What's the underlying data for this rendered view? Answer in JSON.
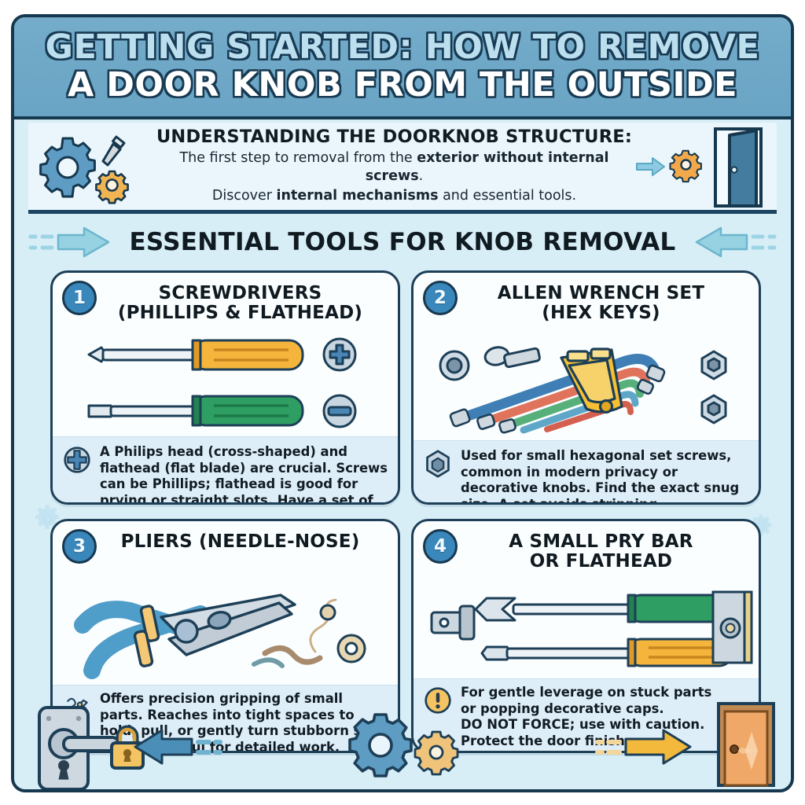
{
  "header": {
    "title_line1": "GETTING STARTED: HOW TO REMOVE",
    "title_line2": "A DOOR KNOB FROM THE OUTSIDE",
    "bg_color": "#6fa8c9",
    "line1_color": "#bcdff0",
    "line2_color": "#ffffff",
    "outline_color": "#183a52"
  },
  "intro": {
    "heading": "UNDERSTANDING THE DOORKNOB STRUCTURE:",
    "line1_prefix": "The first step to removal from the ",
    "line1_bold": "exterior without internal screws",
    "line1_suffix": ".",
    "line2_prefix": "Discover ",
    "line2_bold": "internal mechanisms",
    "line2_suffix": " and essential tools.",
    "icons": [
      "gear-icon",
      "screw-icon",
      "small-gear-icon",
      "arrow-right-icon",
      "open-door-icon"
    ],
    "bg_color": "#eaf6fb"
  },
  "section_banner": {
    "title": "ESSENTIAL TOOLS FOR KNOB REMOVAL",
    "left_icon": "arrow-right-icon",
    "right_icon": "arrow-left-icon",
    "arrow_color": "#8fcfe0"
  },
  "cards": [
    {
      "number": "1",
      "title_line1": "SCREWDRIVERS",
      "title_line2": "(PHILLIPS & FLATHEAD)",
      "art": "screwdrivers",
      "foot_icon": "phillips-screw-icon",
      "body": "A Philips head (cross-shaped) and flathead (flat blade) are crucial. Screws can be Phillips; flathead is good for prying or straight slots. Have a set of sizes.",
      "accent": "#f0a93a"
    },
    {
      "number": "2",
      "title_line1": "ALLEN WRENCH SET",
      "title_line2": "(HEX KEYS)",
      "art": "hex-keys",
      "foot_icon": "hex-nut-icon",
      "body": "Used for small hexagonal set screws, common in modern privacy or decorative knobs. Find the exact snug size. A set avoids stripping.",
      "accent": "#f5c033"
    },
    {
      "number": "3",
      "title_line1": "PLIERS (NEEDLE-NOSE)",
      "title_line2": "",
      "art": "pliers",
      "foot_icon": "pliers-small-icon",
      "body": "Offers precision gripping of small parts. Reaches into tight spaces to hold, pull, or gently turn stubborn set screws. Useful for detailed work.",
      "accent": "#4fa0c8"
    },
    {
      "number": "4",
      "title_line1": "A SMALL PRY BAR",
      "title_line2": "OR FLATHEAD",
      "art": "prybar",
      "foot_icon": "warning-icon",
      "body_line1": "For gentle leverage on stuck parts",
      "body_line2": "or popping decorative caps.",
      "body_line3": "DO NOT FORCE; use with caution.",
      "body_line4": "Protect the door finish.",
      "accent": "#2f9e63"
    }
  ],
  "footer": {
    "icons": [
      "door-lever-plate-icon",
      "padlock-icon",
      "arrow-left-icon",
      "gear-icon",
      "small-gear-icon",
      "arrow-right-icon",
      "closed-door-icon"
    ],
    "left_arrow_color": "#4b8fb8",
    "right_arrow_color": "#f2b93c",
    "door_color": "#f0a868",
    "lock_color": "#f5c462"
  },
  "palette": {
    "page_bg": "#d7eef7",
    "border": "#16384f",
    "card_bg": "#fbfeff",
    "card_foot_bg": "#deeef8",
    "badge_blue": "#3a87bb",
    "text_dark": "#101a21"
  }
}
